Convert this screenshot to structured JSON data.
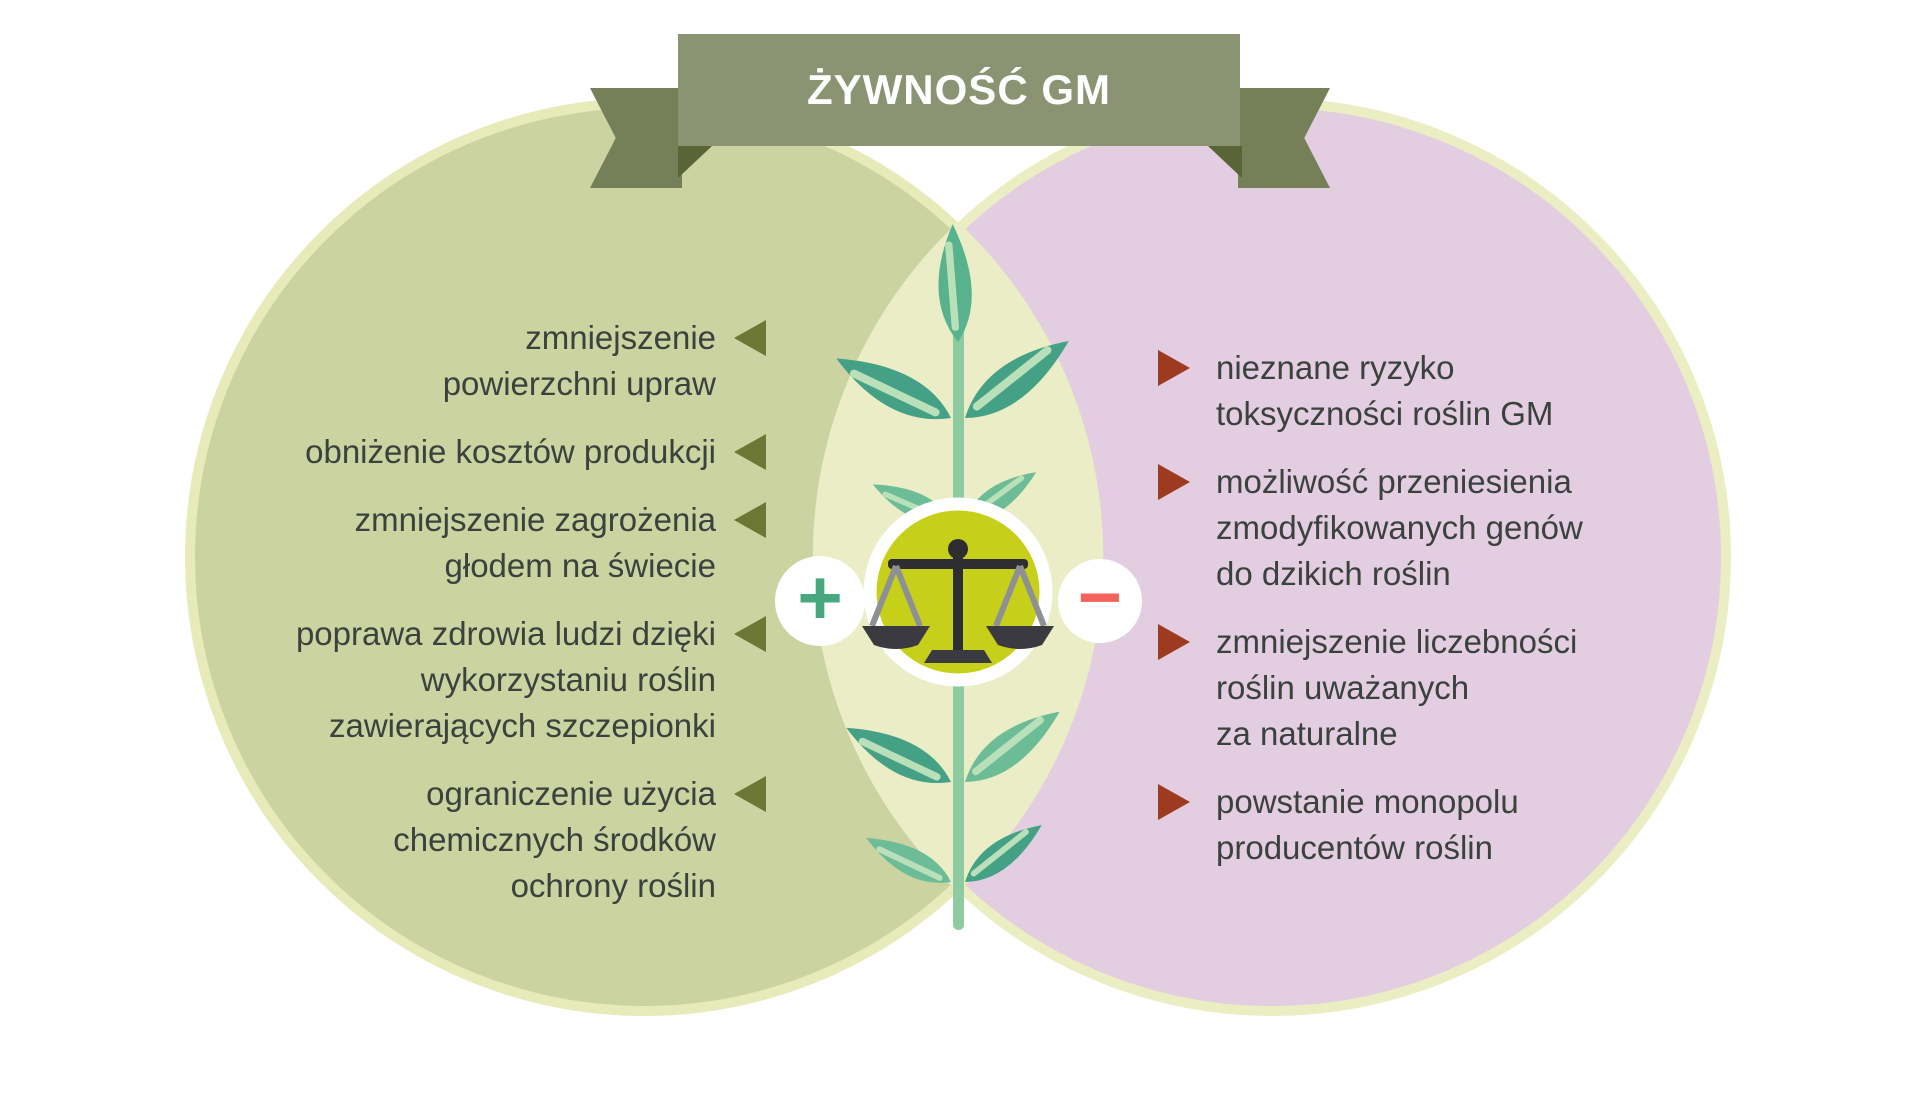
{
  "banner": {
    "title": "ŻYWNOŚĆ GM"
  },
  "pros": {
    "badge": "+",
    "items": [
      {
        "lines": [
          "zmniejszenie",
          "powierzchni upraw"
        ]
      },
      {
        "lines": [
          "obniżenie kosztów produkcji"
        ]
      },
      {
        "lines": [
          "zmniejszenie zagrożenia",
          "głodem na świecie"
        ]
      },
      {
        "lines": [
          "poprawa zdrowia ludzi dzięki",
          "wykorzystaniu roślin",
          "zawierających szczepionki"
        ]
      },
      {
        "lines": [
          "ograniczenie użycia",
          "chemicznych środków",
          "ochrony roślin"
        ]
      }
    ]
  },
  "cons": {
    "badge": "−",
    "items": [
      {
        "lines": [
          "nieznane ryzyko",
          "toksyczności roślin GM"
        ]
      },
      {
        "lines": [
          "możliwość przeniesienia",
          "zmodyfikowanych genów",
          "do dzikich roślin"
        ]
      },
      {
        "lines": [
          "zmniejszenie liczebności",
          "roślin uważanych",
          "za naturalne"
        ]
      },
      {
        "lines": [
          "powstanie monopolu",
          "producentów roślin"
        ]
      }
    ]
  },
  "icons": {
    "center": "balance-scale-icon",
    "plant": "plant-sprig-icon",
    "pros_bullet": "triangle-left-icon",
    "cons_bullet": "triangle-right-icon"
  },
  "colors": {
    "banner": "#8b9472",
    "ribbon_tail": "#757f58",
    "left_circle_fill": "#cbd3a1",
    "left_circle_ring": "#e7ebb9",
    "right_circle_fill": "#e2cde1",
    "right_circle_ring": "#ebeec3",
    "overlap_fill": "#eaedc5",
    "pros_bullet": "#6c7635",
    "cons_bullet": "#9c3b1f",
    "plus": "#47a87e",
    "minus": "#f4625c",
    "scale_circle": "#c6d01b",
    "text": "#3b413d"
  }
}
